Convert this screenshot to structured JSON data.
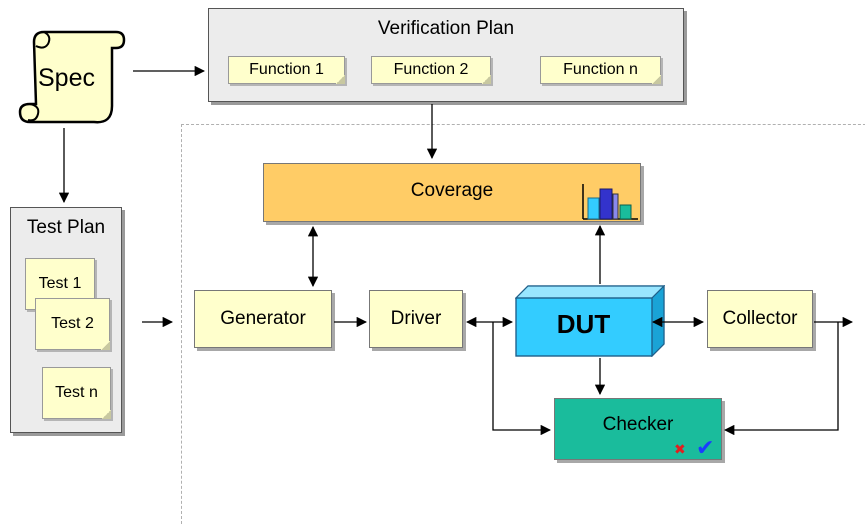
{
  "spec": {
    "label": "Spec"
  },
  "verification_plan": {
    "title": "Verification Plan",
    "functions": [
      "Function 1",
      "Function 2",
      "Function n"
    ]
  },
  "test_plan": {
    "title": "Test Plan",
    "tests": [
      "Test 1",
      "Test 2",
      "Test n"
    ]
  },
  "env": {
    "coverage": "Coverage",
    "generator": "Generator",
    "driver": "Driver",
    "dut": "DUT",
    "collector": "Collector",
    "checker": "Checker",
    "checker_marks": {
      "fail": "✖",
      "pass": "✔"
    }
  },
  "colors": {
    "note_fill": "#ffffcc",
    "panel_fill": "#ececec",
    "coverage_fill": "#ffcc66",
    "dut_fill": "#33ccff",
    "checker_fill": "#1abc9c",
    "fail_mark": "#e02020",
    "pass_mark": "#1a3cff"
  },
  "icons": [
    "scroll-icon",
    "bar-chart-icon",
    "cross-icon",
    "check-icon"
  ]
}
